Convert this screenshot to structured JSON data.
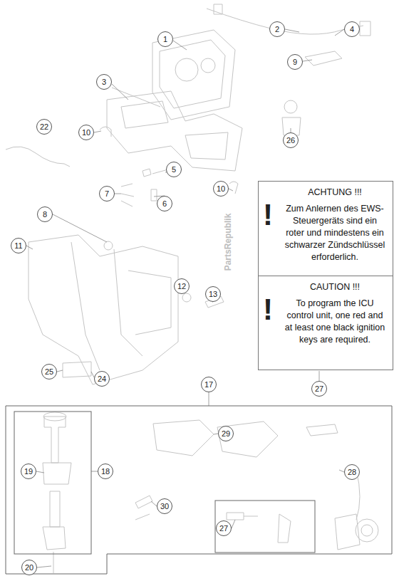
{
  "diagram": {
    "nodes": [
      {
        "text": [
          "!",
          "ACHTUNG !!!",
          "Zum Anlernen des EWS-Steuergeräts sind ein roter und mindestens ein schwarzer Zündschlüssel erforderlich."
        ]
      },
      {
        "text": [
          "!",
          "CAUTION !!!",
          "To program the ICU control unit, one red and at least one black ignition keys are required."
        ]
      }
    ],
    "labels": [
      "1",
      "2",
      "4",
      "9",
      "3",
      "22",
      "10",
      "26",
      "5",
      "7",
      "6",
      "10",
      "8",
      "11",
      "12",
      "13",
      "25",
      "24",
      "27",
      "17",
      "29",
      "18",
      "19",
      "28",
      "30",
      "27",
      "20",
      "PartsRepublik"
    ]
  }
}
